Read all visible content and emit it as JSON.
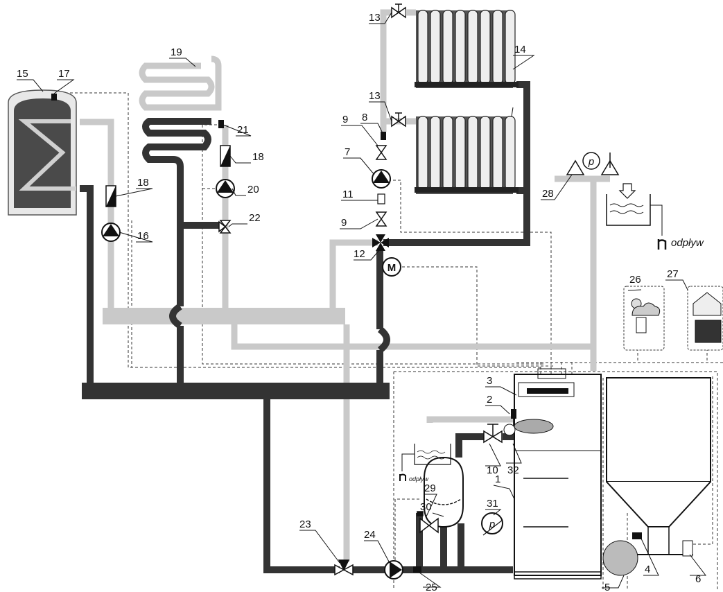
{
  "colors": {
    "dark_pipe": "#333333",
    "light_pipe": "#c9c9c9",
    "signal_line": "#333333",
    "tank": "#4a4a4a"
  },
  "labels": {
    "l1": "1",
    "l2": "2",
    "l3": "3",
    "l4": "4",
    "l5": "5",
    "l6": "6",
    "l7": "7",
    "l8": "8",
    "l9a": "9",
    "l9b": "9",
    "l10": "10",
    "l11": "11",
    "l12": "12",
    "l13a": "13",
    "l13b": "13",
    "l14": "14",
    "l15": "15",
    "l16": "16",
    "l17": "17",
    "l18a": "18",
    "l18b": "18",
    "l19": "19",
    "l20": "20",
    "l21": "21",
    "l22": "22",
    "l23": "23",
    "l24": "24",
    "l25": "25",
    "l26": "26",
    "l27": "27",
    "l28": "28",
    "l29": "29",
    "l30": "30",
    "l31": "31",
    "l32": "32"
  },
  "drain_label_large": "odpływ",
  "drain_label_small": "odpływ",
  "motor_symbol": "M",
  "pressure_symbol": "p",
  "icons": [
    "pump-icon",
    "valve-icon",
    "three-way-valve-icon",
    "radiator-icon",
    "boiler-icon",
    "pellet-hopper-icon",
    "weather-sensor-icon",
    "room-panel-icon",
    "expansion-vessel-icon",
    "drain-icon"
  ]
}
